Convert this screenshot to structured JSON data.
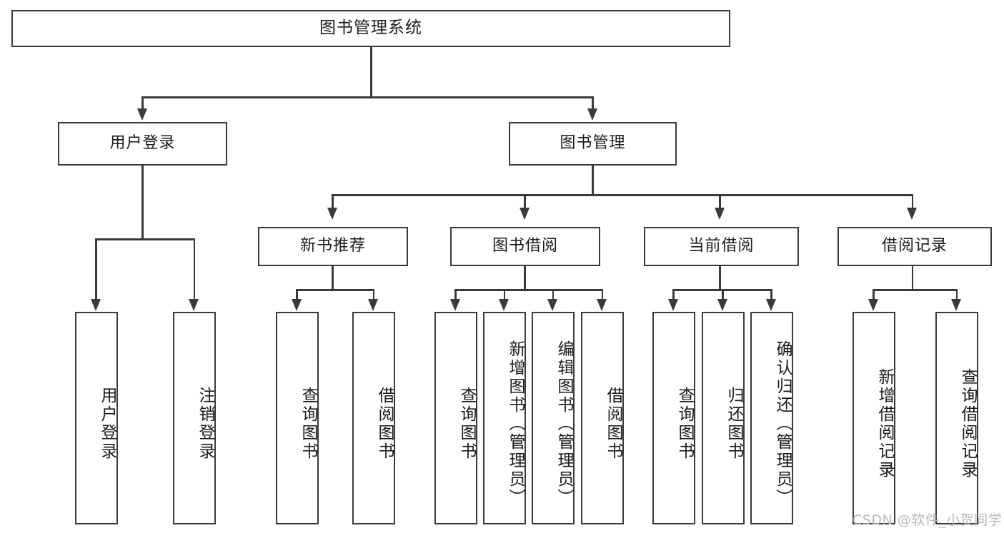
{
  "diagram": {
    "title": "图书管理系统",
    "type": "tree-hierarchy-diagram",
    "colors": {
      "stroke": "#3a3a3a",
      "fill": "#ffffff",
      "text": "#1a1a1a",
      "watermark": "#b9b9b9"
    },
    "root": {
      "label": "图书管理系统"
    },
    "level2": [
      {
        "label": "用户登录"
      },
      {
        "label": "图书管理"
      }
    ],
    "level3": [
      {
        "label": "新书推荐"
      },
      {
        "label": "图书借阅"
      },
      {
        "label": "当前借阅"
      },
      {
        "label": "借阅记录"
      }
    ],
    "leaves": {
      "user_login": [
        {
          "label": "用户登录"
        },
        {
          "label": "注销登录"
        }
      ],
      "new_book_recommend": [
        {
          "label": "查询图书"
        },
        {
          "label": "借阅图书"
        }
      ],
      "book_borrow": [
        {
          "label": "查询图书"
        },
        {
          "label": "新增图书（管理员）"
        },
        {
          "label": "编辑图书（管理员）"
        },
        {
          "label": "借阅图书"
        }
      ],
      "current_borrow": [
        {
          "label": "查询图书"
        },
        {
          "label": "归还图书"
        },
        {
          "label": "确认归还（管理员）"
        }
      ],
      "borrow_record": [
        {
          "label": "新增借阅记录"
        },
        {
          "label": "查询借阅记录"
        }
      ]
    }
  },
  "watermark": {
    "text": "CSDN @软件_小贺同学"
  }
}
